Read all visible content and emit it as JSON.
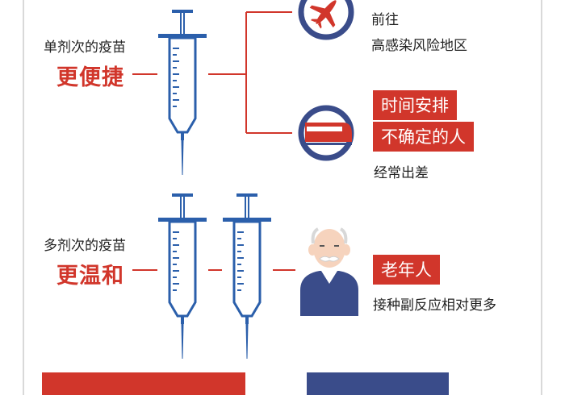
{
  "colors": {
    "red": "#d1362b",
    "navy": "#3a4c8a",
    "syringe_blue": "#2b5fab"
  },
  "icons": {
    "plane": "airplane-icon",
    "train": "train-icon",
    "elder": "elderly-person-icon"
  },
  "single_dose": {
    "label": "单剂次的疫苗",
    "highlight": "更便捷"
  },
  "multi_dose": {
    "label": "多剂次的疫苗",
    "highlight": "更温和"
  },
  "groups": {
    "travel": {
      "line1": "前往",
      "line2": "高感染风险地区"
    },
    "schedule": {
      "tag1": "时间安排",
      "tag2": "不确定的人",
      "note": "经常出差"
    },
    "elderly": {
      "tag": "老年人",
      "note": "接种副反应相对更多"
    }
  }
}
